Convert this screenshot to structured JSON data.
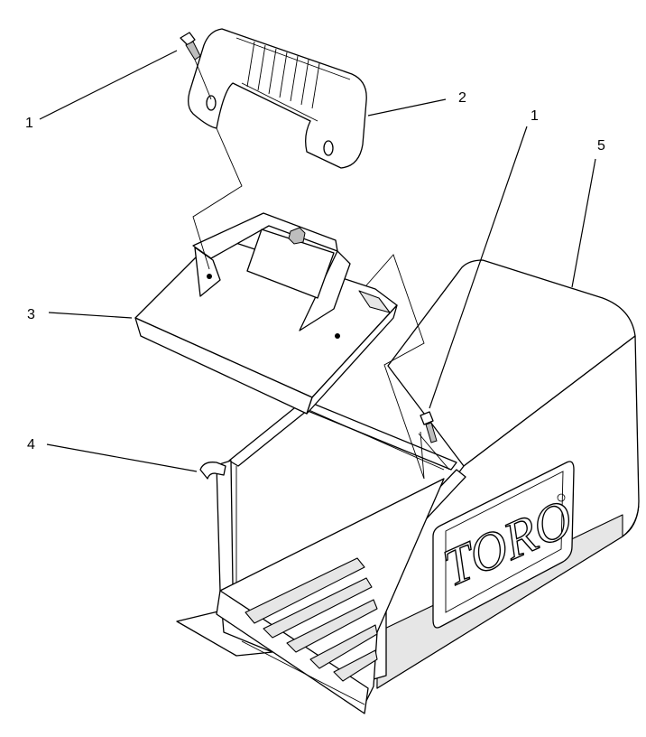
{
  "callouts": {
    "item_1_top": "1",
    "item_2": "2",
    "item_1_right": "1",
    "item_5": "5",
    "item_3": "3",
    "item_4": "4"
  },
  "brand_logo_text": "TORO",
  "colors": {
    "line": "#000000",
    "background": "#ffffff",
    "light_shade": "#e6e6e6",
    "mid_shade": "#bdbdbd"
  }
}
